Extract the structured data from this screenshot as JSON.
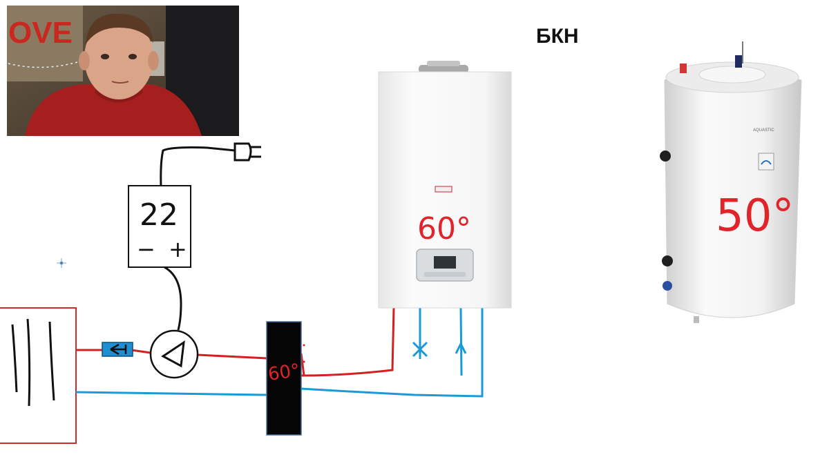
{
  "header": {
    "title": "БКН"
  },
  "controller": {
    "value": "22",
    "minus": "−",
    "plus": "+"
  },
  "boiler": {
    "temperature": "60°"
  },
  "tank": {
    "temperature": "50°",
    "brand": "AQUASTIC"
  },
  "exchanger": {
    "temperature": "60°"
  },
  "colors": {
    "hot_line": "#d42020",
    "cold_line": "#1a9ad6",
    "wire": "#111111",
    "valve": "#1e8fd0"
  },
  "icons": [
    "plug-icon",
    "pump-icon",
    "check-valve-icon",
    "radiator-icon",
    "webcam-person"
  ]
}
